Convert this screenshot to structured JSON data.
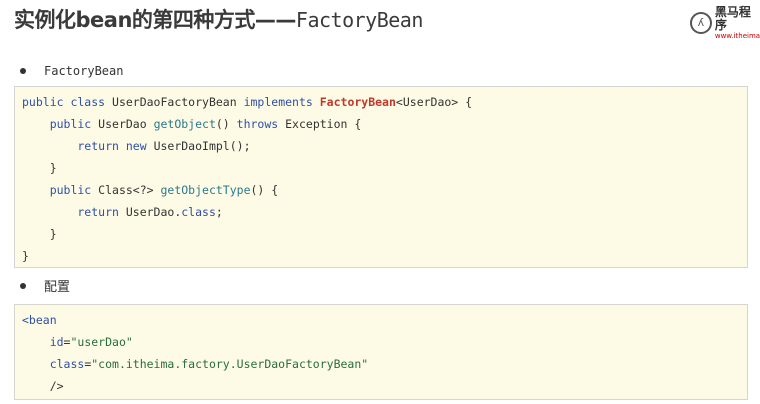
{
  "header": {
    "title_cn": "实例化bean的第四种方式——",
    "title_en": "FactoryBean",
    "logo_cn": "黑马程序",
    "logo_url": "www.itheima."
  },
  "sections": [
    {
      "bullet": "FactoryBean",
      "code": [
        [
          [
            "public class ",
            "kw"
          ],
          [
            "UserDaoFactoryBean ",
            "pl"
          ],
          [
            "implements ",
            "kw"
          ],
          [
            "FactoryBean",
            "red"
          ],
          [
            "<UserDao> {",
            "pl"
          ]
        ],
        [
          [
            "    public ",
            "kw"
          ],
          [
            "UserDao ",
            "pl"
          ],
          [
            "getObject",
            "fn"
          ],
          [
            "() ",
            "pl"
          ],
          [
            "throws ",
            "kw"
          ],
          [
            "Exception {",
            "pl"
          ]
        ],
        [
          [
            "        return new ",
            "kw"
          ],
          [
            "UserDaoImpl();",
            "pl"
          ]
        ],
        [
          [
            "    }",
            "pl"
          ]
        ],
        [
          [
            "    public ",
            "kw"
          ],
          [
            "Class<?> ",
            "pl"
          ],
          [
            "getObjectType",
            "fn"
          ],
          [
            "() {",
            "pl"
          ]
        ],
        [
          [
            "        return ",
            "kw"
          ],
          [
            "UserDao.",
            "pl"
          ],
          [
            "class",
            "kw"
          ],
          [
            ";",
            "pl"
          ]
        ],
        [
          [
            "    }",
            "pl"
          ]
        ],
        [
          [
            "}",
            "pl"
          ]
        ]
      ]
    },
    {
      "bullet": "配置",
      "code": [
        [
          [
            "<bean",
            "kw"
          ]
        ],
        [
          [
            "    id",
            "kw"
          ],
          [
            "=",
            "pl"
          ],
          [
            "\"userDao\"",
            "str"
          ]
        ],
        [
          [
            "    class",
            "kw"
          ],
          [
            "=",
            "pl"
          ],
          [
            "\"com.itheima.factory.UserDaoFactoryBean\"",
            "str"
          ]
        ],
        [
          [
            "    />",
            "pl"
          ]
        ]
      ]
    }
  ]
}
